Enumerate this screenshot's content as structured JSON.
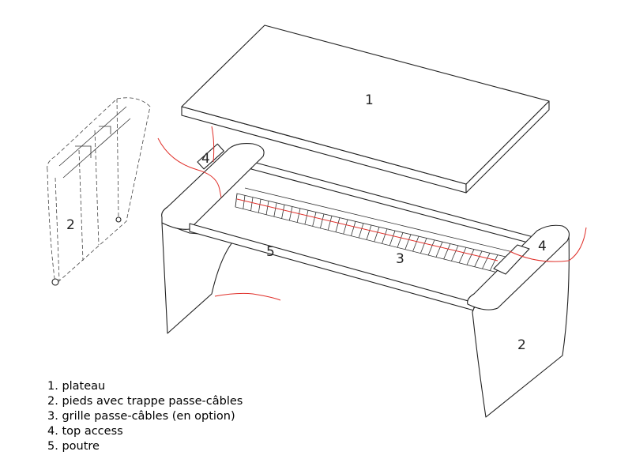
{
  "callouts": {
    "plateau": "1",
    "leg_detached": "2",
    "leg_right": "2",
    "grid": "3",
    "top_access_left": "4",
    "top_access_right": "4",
    "beam": "5"
  },
  "legend": [
    "1. plateau",
    "2. pieds avec trappe passe-câbles",
    "3. grille passe-câbles (en option)",
    "4. top access",
    "5. poutre"
  ],
  "colors": {
    "cable": "#e0302a",
    "line": "#222222"
  }
}
